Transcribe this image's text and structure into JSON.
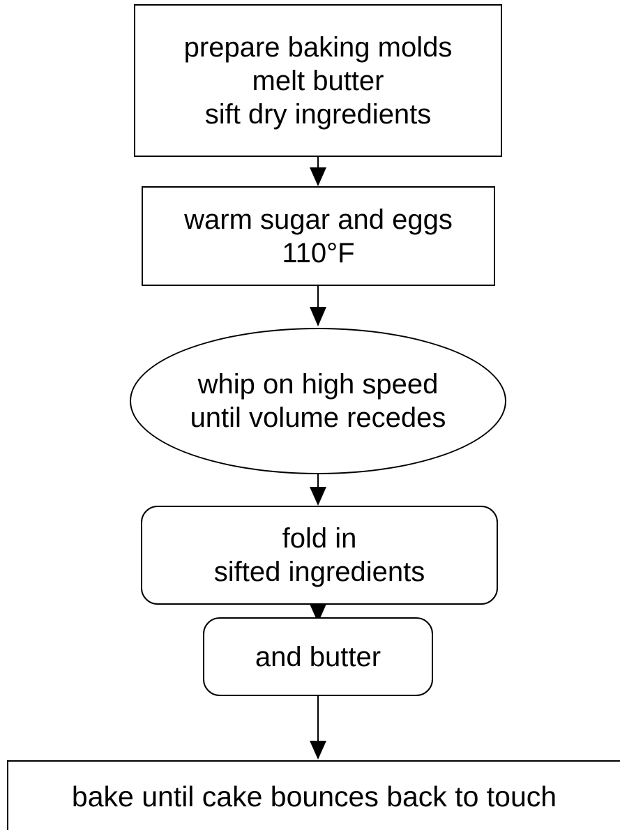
{
  "diagram": {
    "nodes": [
      {
        "id": "step-prepare",
        "shape": "rectangle",
        "lines": [
          "prepare baking molds",
          "melt butter",
          "sift dry ingredients"
        ]
      },
      {
        "id": "step-warm",
        "shape": "rectangle",
        "lines": [
          "warm sugar and eggs",
          "110°F"
        ]
      },
      {
        "id": "step-whip",
        "shape": "ellipse",
        "lines": [
          "whip on high speed",
          "until volume recedes"
        ]
      },
      {
        "id": "step-fold",
        "shape": "rounded-rectangle",
        "lines": [
          "fold in",
          "sifted ingredients"
        ]
      },
      {
        "id": "step-butter",
        "shape": "rounded-rectangle",
        "lines": [
          "and butter"
        ]
      },
      {
        "id": "step-bake",
        "shape": "rectangle",
        "lines": [
          "bake until cake bounces back to touch"
        ]
      }
    ],
    "edges": [
      {
        "from": "step-prepare",
        "to": "step-warm"
      },
      {
        "from": "step-warm",
        "to": "step-whip"
      },
      {
        "from": "step-whip",
        "to": "step-fold"
      },
      {
        "from": "step-fold",
        "to": "step-butter"
      },
      {
        "from": "step-butter",
        "to": "step-bake"
      }
    ],
    "colors": {
      "stroke": "#000000",
      "fill": "#ffffff",
      "text": "#000000"
    }
  }
}
